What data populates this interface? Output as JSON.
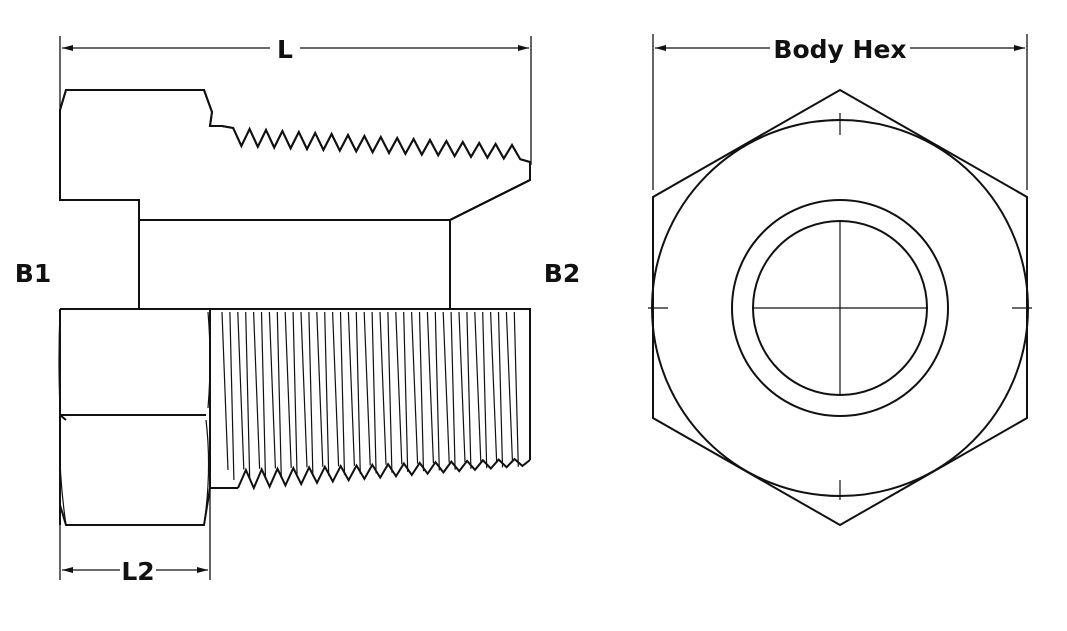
{
  "diagram": {
    "labels": {
      "length": "L",
      "hex_length": "L2",
      "bore_left": "B1",
      "bore_right": "B2",
      "body_hex": "Body Hex"
    },
    "colors": {
      "ink": "#111111",
      "background": "#ffffff"
    }
  }
}
